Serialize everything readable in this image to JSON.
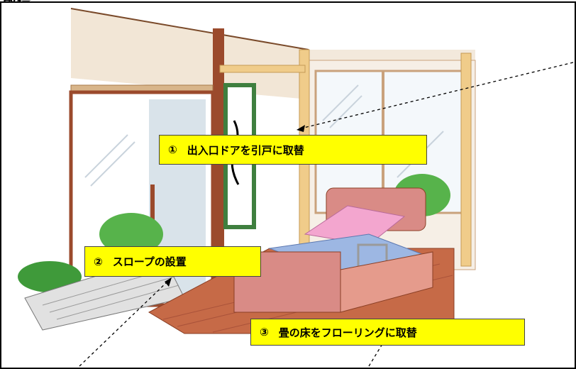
{
  "header": {
    "title": "改造"
  },
  "callouts": [
    {
      "number": "①",
      "label": "出入口ドアを引戸に取替"
    },
    {
      "number": "②",
      "label": "スロープの設置"
    },
    {
      "number": "③",
      "label": "畳の床をフローリングに取替"
    }
  ],
  "colors": {
    "callout_fill": "#ffff00",
    "arrow": "#000000",
    "border": "#000000"
  }
}
